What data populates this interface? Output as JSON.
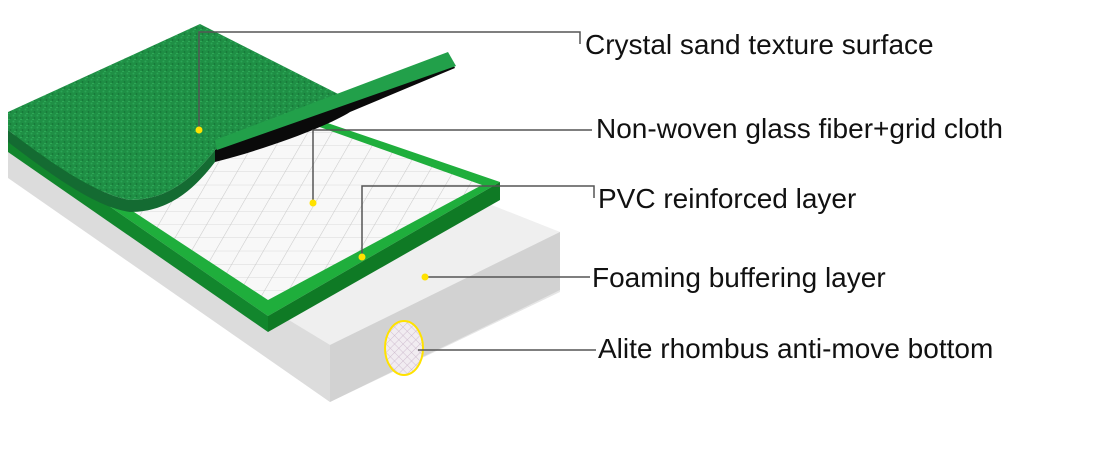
{
  "labels": [
    "Crystal sand texture surface",
    "Non-woven glass fiber+grid cloth",
    "PVC reinforced layer",
    "Foaming buffering layer",
    "Alite rhombus anti-move bottom"
  ],
  "colors": {
    "surface_green": "#1f8f45",
    "surface_green_dark": "#146b32",
    "pvc_green": "#1fae3c",
    "pvc_green_dark": "#0f7a25",
    "foam_gray": "#ececec",
    "grid_white": "#f7f7f7",
    "leader_line": "#555555",
    "marker": "#ffe200"
  }
}
